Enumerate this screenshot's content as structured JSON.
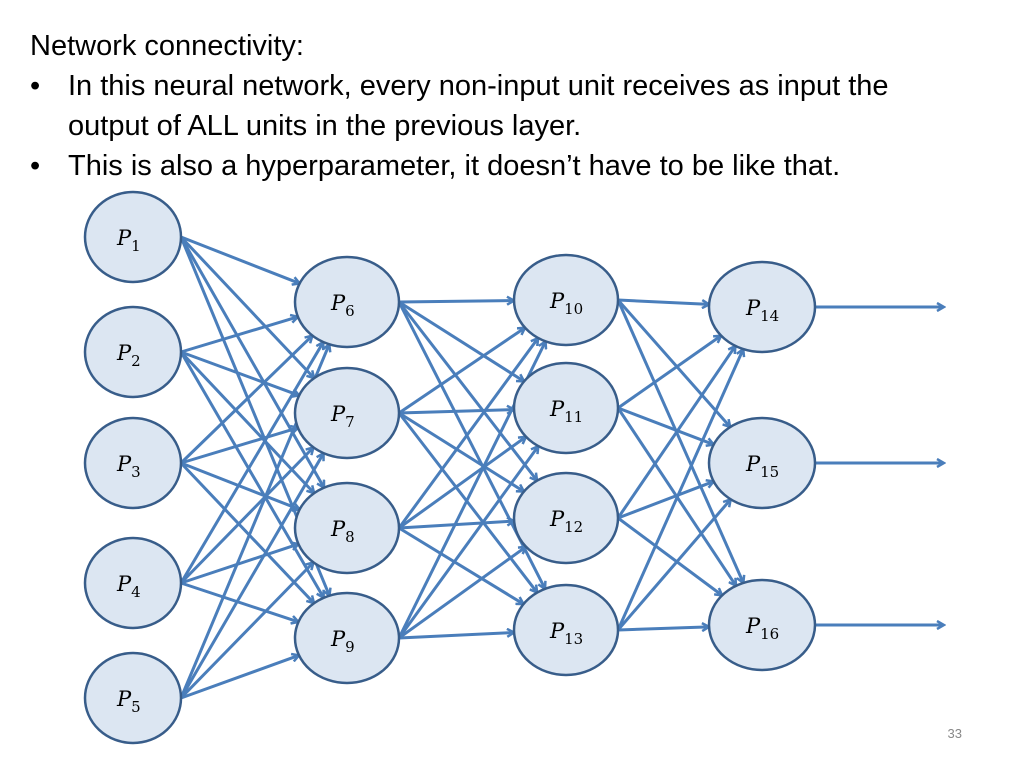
{
  "heading": "Network connectivity:",
  "bullets": [
    "In this neural network, every non-input unit receives as input the output of ALL units in the previous layer.",
    "This is also a hyperparameter, it doesn’t have to be like that."
  ],
  "bullet_symbol": "•",
  "page_number": "33",
  "colors": {
    "node_fill": "#dce6f2",
    "node_stroke": "#385d8a",
    "edge": "#4a7ebb"
  },
  "network": {
    "unit_symbol": "P",
    "layers": [
      [
        "1",
        "2",
        "3",
        "4",
        "5"
      ],
      [
        "6",
        "7",
        "8",
        "9"
      ],
      [
        "10",
        "11",
        "12",
        "13"
      ],
      [
        "14",
        "15",
        "16"
      ]
    ],
    "connectivity": "fully-connected",
    "output_arrows": 3
  }
}
